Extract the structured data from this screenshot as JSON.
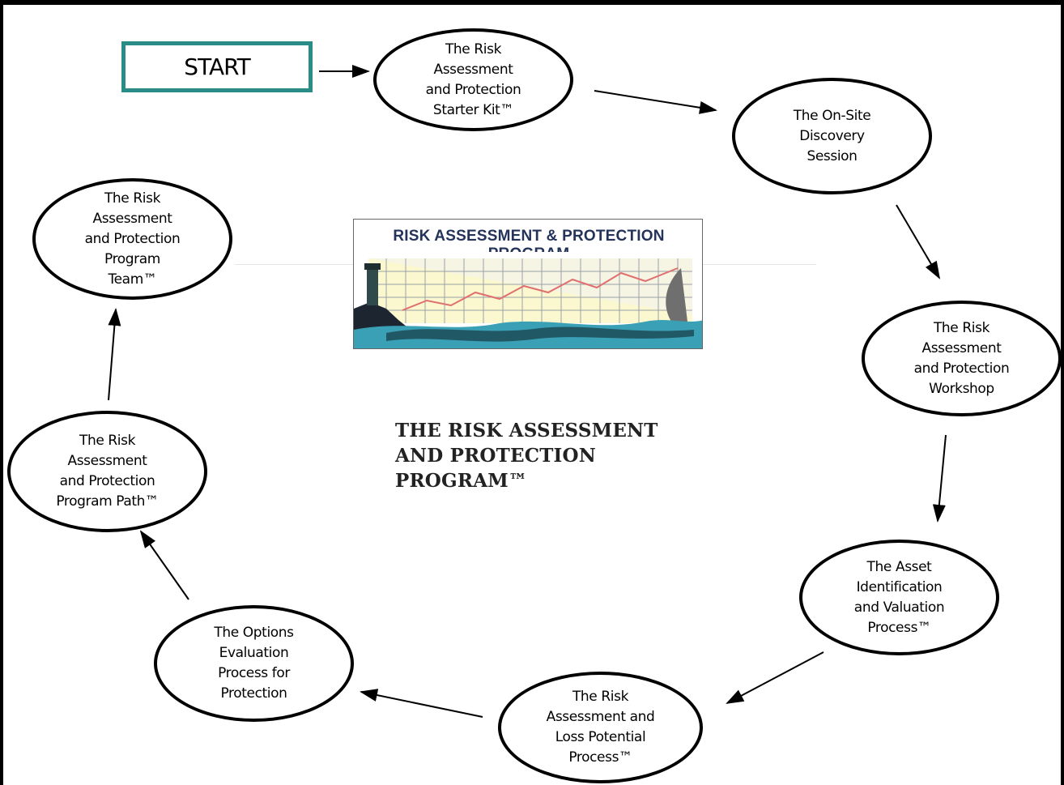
{
  "start_label": "START",
  "logo_title": "RISK ASSESSMENT & PROTECTION PROGRAM",
  "program_title": [
    "THE RISK ASSESSMENT",
    "AND PROTECTION",
    "PROGRAM™"
  ],
  "nodes": {
    "starter_kit": "The Risk\nAssessment\nand Protection\nStarter Kit™",
    "onsite": "The On-Site\nDiscovery\nSession",
    "workshop": "The Risk\nAssessment\nand Protection\nWorkshop",
    "asset": "The Asset\nIdentification\nand Valuation\nProcess™",
    "loss": "The Risk\nAssessment and\nLoss Potential\nProcess™",
    "options": "The Options\nEvaluation\nProcess for\nProtection",
    "path": "The Risk\nAssessment\nand Protection\nProgram Path™",
    "team": "The Risk\nAssessment\nand Protection\nProgram\nTeam™"
  }
}
